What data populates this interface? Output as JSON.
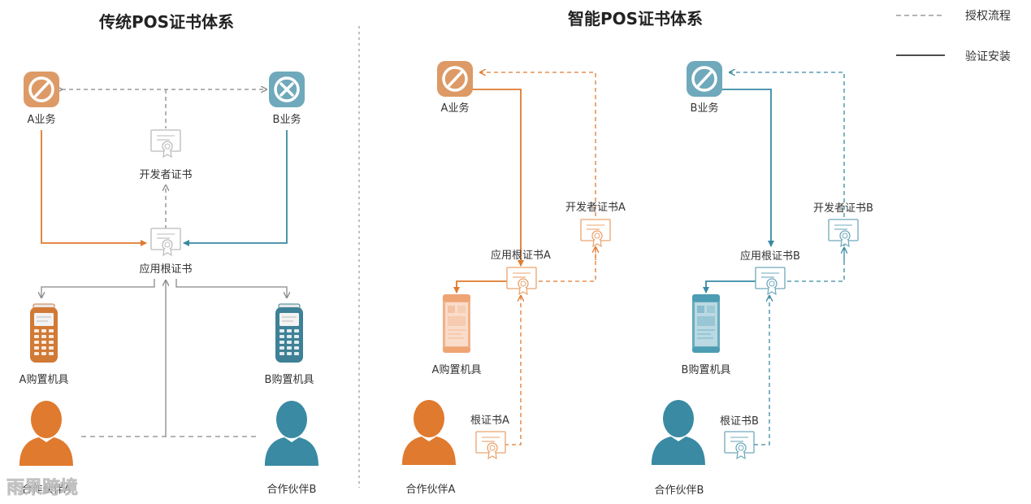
{
  "titles": {
    "traditional": "传统POS证书体系",
    "smart": "智能POS证书体系"
  },
  "legend": {
    "auth_flow": "授权流程",
    "verify_install": "验证安装"
  },
  "traditional": {
    "a_business": "A业务",
    "b_business": "B业务",
    "developer_cert": "开发者证书",
    "app_root_cert": "应用根证书",
    "a_device": "A购置机具",
    "b_device": "B购置机具",
    "partner_a": "合作伙伴A",
    "partner_b": "合作伙伴B"
  },
  "smart_a": {
    "business": "A业务",
    "developer_cert": "开发者证书A",
    "app_root_cert": "应用根证书A",
    "device": "A购置机具",
    "root_cert": "根证书A",
    "partner": "合作伙伴A"
  },
  "smart_b": {
    "business": "B业务",
    "developer_cert": "开发者证书B",
    "app_root_cert": "应用根证书B",
    "device": "B购置机具",
    "root_cert": "根证书B",
    "partner": "合作伙伴B"
  },
  "watermark": "雨果跨境",
  "colors": {
    "orange": "#E07A2E",
    "teal": "#3A8AA3",
    "gray": "#888888"
  }
}
